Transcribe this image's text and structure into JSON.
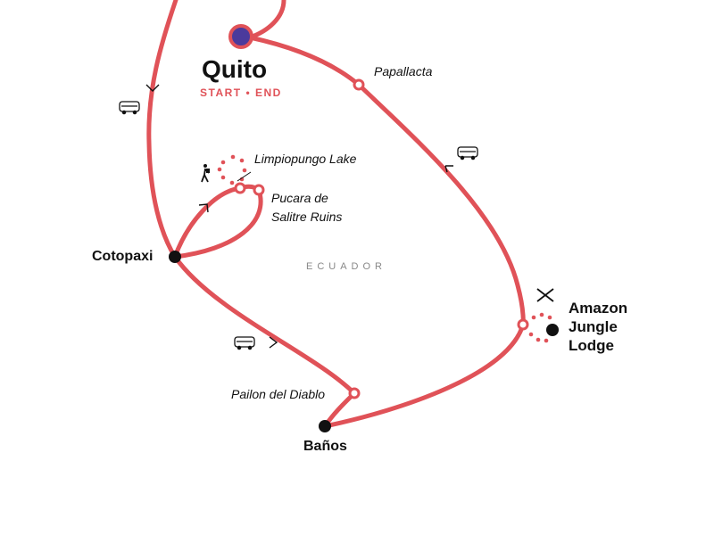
{
  "colors": {
    "route": "#e05258",
    "start": "#4b3a9c",
    "stop": "#111111"
  },
  "start": {
    "name": "Quito",
    "tag": "START • END"
  },
  "region": "ECUADOR",
  "stops": {
    "cotopaxi": "Cotopaxi",
    "banos": "Baños",
    "amazon": [
      "Amazon",
      "Jungle",
      "Lodge"
    ]
  },
  "waypoints": {
    "papallacta": "Papallacta",
    "limpiopungo": "Limpiopungo Lake",
    "pucara": [
      "Pucara de",
      "Salitre Ruins"
    ],
    "pailon": "Pailon del Diablo"
  },
  "icons": [
    "bus-icon",
    "hiker-icon",
    "paddles-icon",
    "direction-arrow-icon"
  ]
}
